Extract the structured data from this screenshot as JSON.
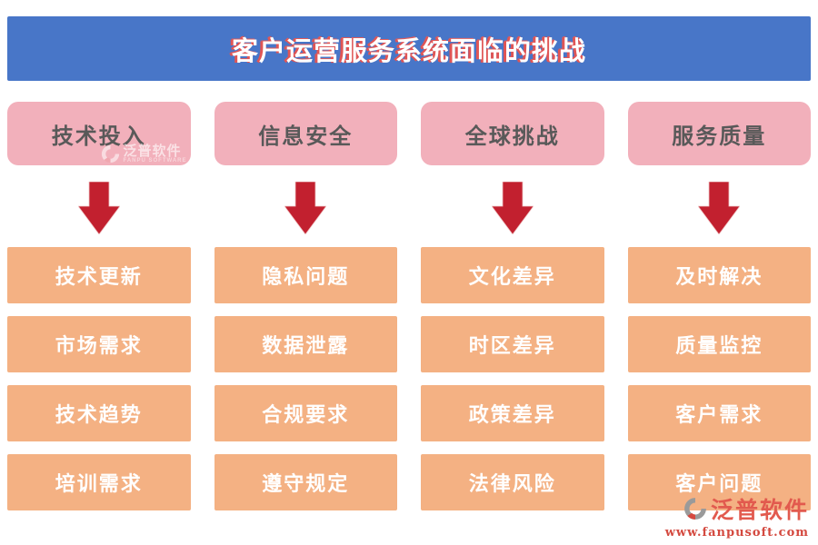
{
  "title": "客户运营服务系统面临的挑战",
  "columns": [
    {
      "header": "技术投入",
      "items": [
        "技术更新",
        "市场需求",
        "技术趋势",
        "培训需求"
      ]
    },
    {
      "header": "信息安全",
      "items": [
        "隐私问题",
        "数据泄露",
        "合规要求",
        "遵守规定"
      ]
    },
    {
      "header": "全球挑战",
      "items": [
        "文化差异",
        "时区差异",
        "政策差异",
        "法律风险"
      ]
    },
    {
      "header": "服务质量",
      "items": [
        "及时解决",
        "质量监控",
        "客户需求",
        "客户问题"
      ]
    }
  ],
  "watermark": {
    "brand": "泛普软件",
    "brand_en": "FANPU SOFTWARE",
    "url": "www.fanpusoft.com"
  },
  "colors": {
    "banner_bg": "#4876c8",
    "title_text": "#ffffff",
    "title_shadow": "#e05555",
    "header_bg": "#f2b0bb",
    "header_text": "#595959",
    "item_bg": "#f4b183",
    "item_text": "#ffffff",
    "arrow": "#c2202f",
    "brand_red": "#e25a4e"
  }
}
